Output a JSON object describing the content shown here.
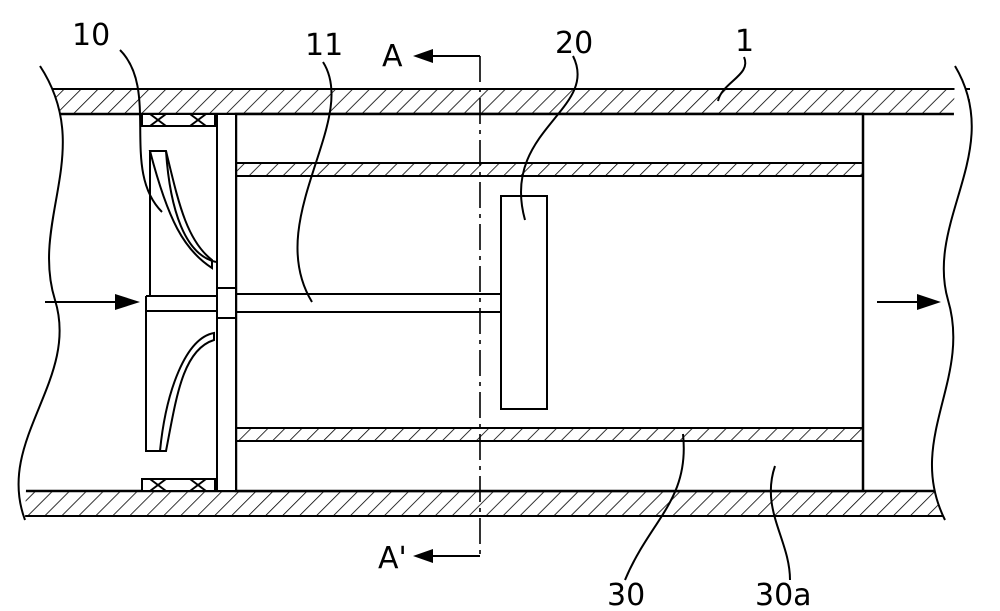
{
  "labels": {
    "fan": "10",
    "shaft": "11",
    "section_top": "A",
    "motor": "20",
    "pipe": "1",
    "section_bottom": "A'",
    "liner": "30",
    "channel": "30a"
  },
  "colors": {
    "line": "#000000",
    "background": "#ffffff"
  }
}
